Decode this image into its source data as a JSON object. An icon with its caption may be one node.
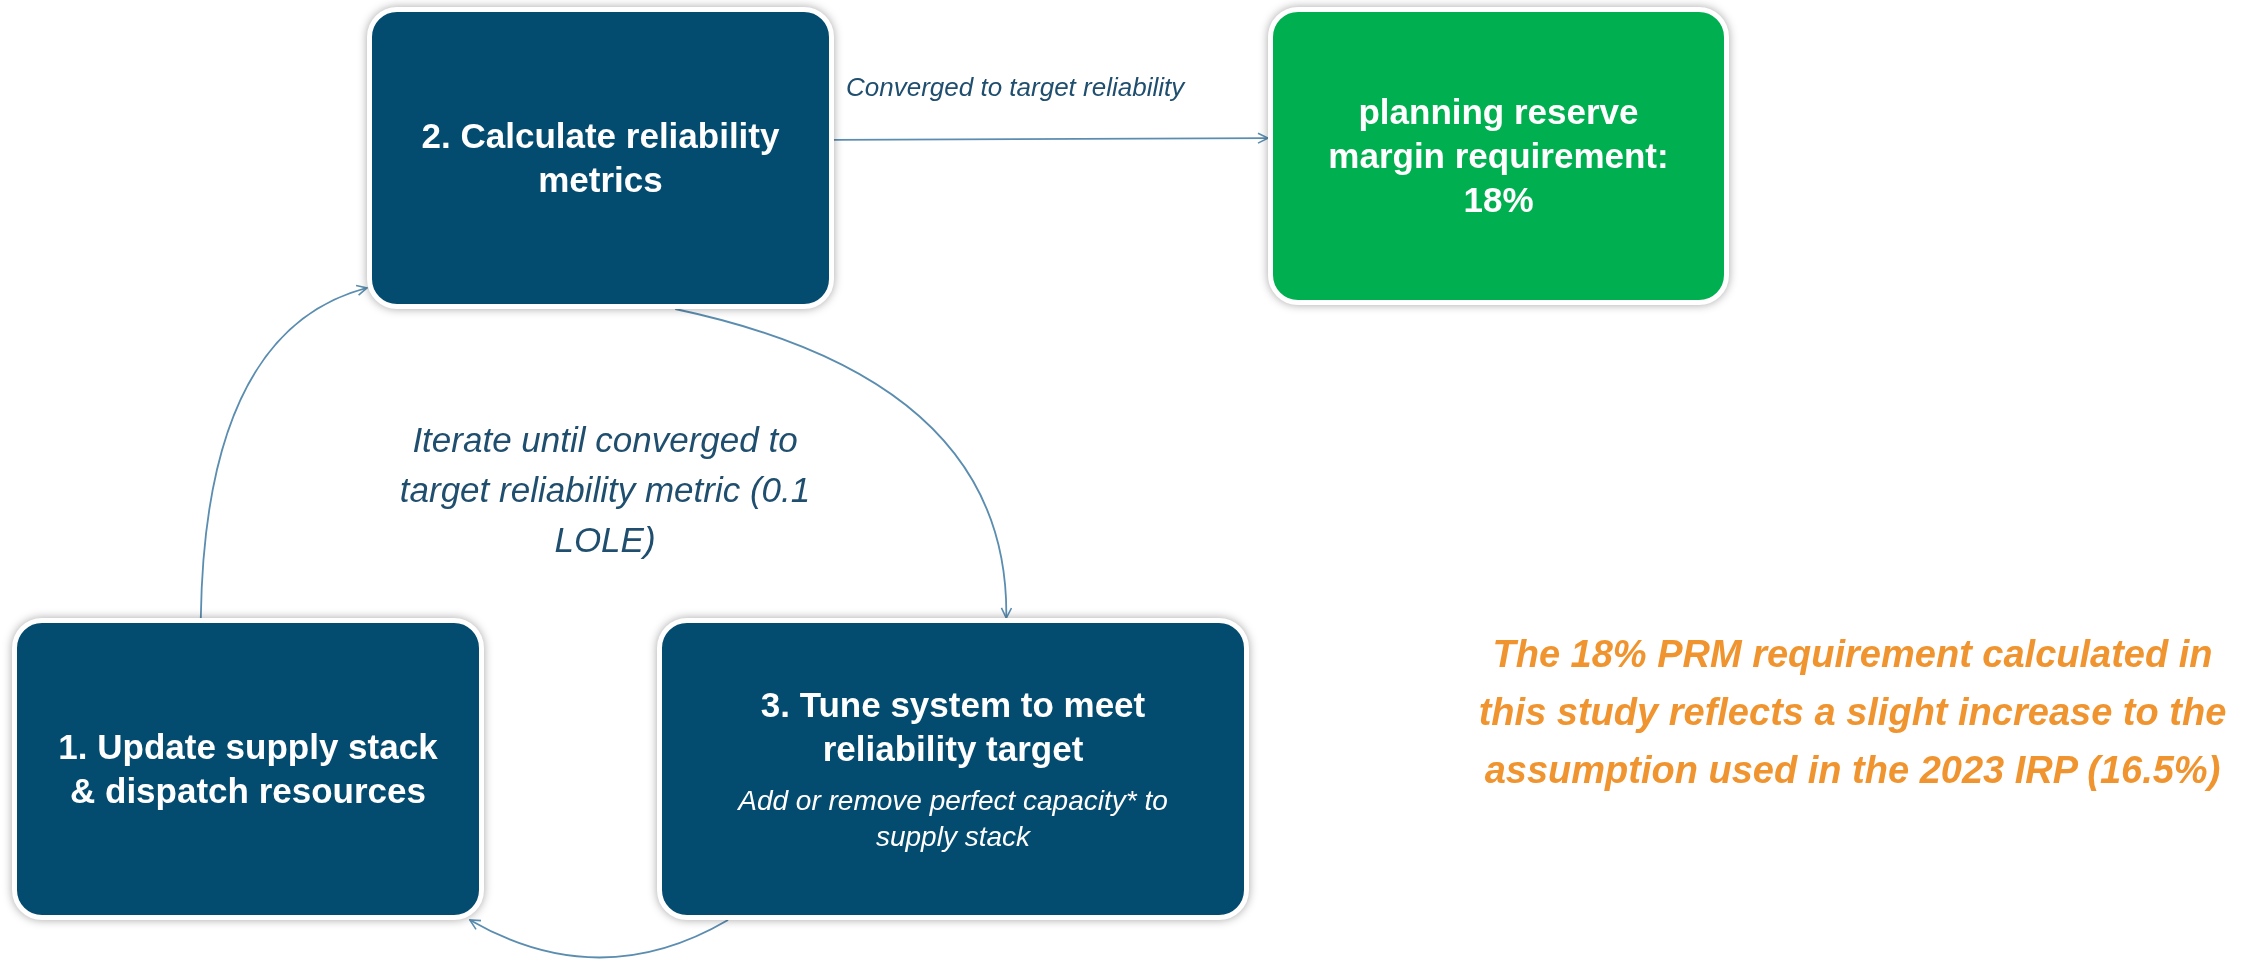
{
  "diagram": {
    "nodes": [
      {
        "text": [
          "1. Update supply stack & dispatch resources"
        ]
      },
      {
        "text": [
          "2. Calculate reliability metrics"
        ]
      },
      {
        "text": [
          "3. Tune system to meet reliability target",
          "Add or remove perfect capacity* to supply stack"
        ]
      },
      {
        "text": [
          "planning reserve margin requirement: 18%"
        ]
      }
    ],
    "edges": [
      {
        "from": 0,
        "to": 1,
        "arrow": "to"
      },
      {
        "from": 1,
        "to": 2,
        "arrow": "to"
      },
      {
        "from": 2,
        "to": 0,
        "arrow": "to"
      },
      {
        "from": 1,
        "to": 3,
        "arrow": "to",
        "label": "Converged to target reliability"
      }
    ],
    "labels": [
      "Iterate until converged to target reliability metric (0.1 LOLE)",
      "The 18% PRM requirement calculated in this study reflects a slight increase to the assumption used in the 2023 IRP (16.5%)"
    ]
  }
}
